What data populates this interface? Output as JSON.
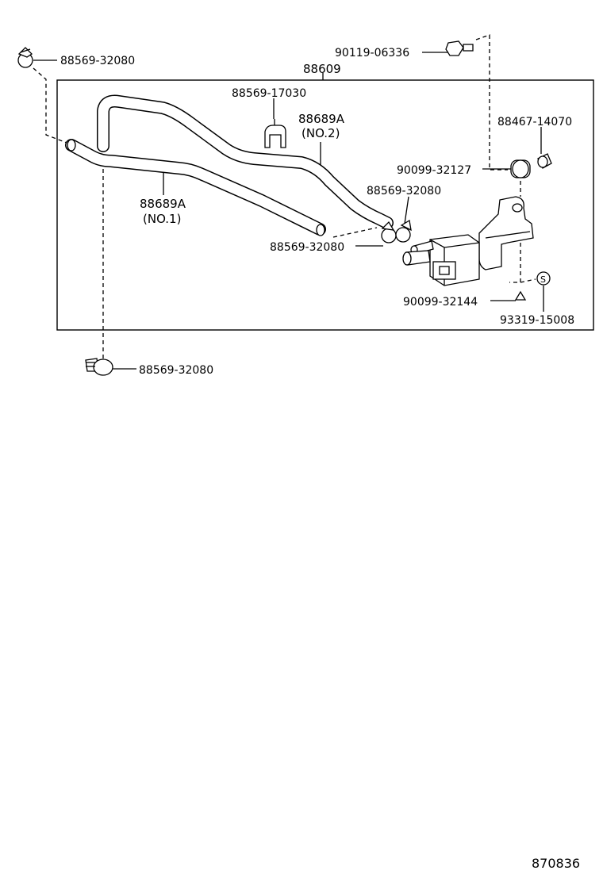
{
  "callouts": {
    "clip_top_left": "88569-32080",
    "bolt": "90119-06336",
    "assembly": "88609",
    "clamp": "88569-17030",
    "hose_no2_part": "88689A",
    "hose_no2_sub": "(NO.2)",
    "grommet": "88467-14070",
    "screw_grommet": "90099-32127",
    "clip_right_upper": "88569-32080",
    "hose_no1_part": "88689A",
    "hose_no1_sub": "(NO.1)",
    "clip_right_lower": "88569-32080",
    "nut": "90099-32144",
    "s_part": "93319-15008",
    "clip_bottom": "88569-32080"
  },
  "footer": {
    "drawing_number": "870836"
  }
}
